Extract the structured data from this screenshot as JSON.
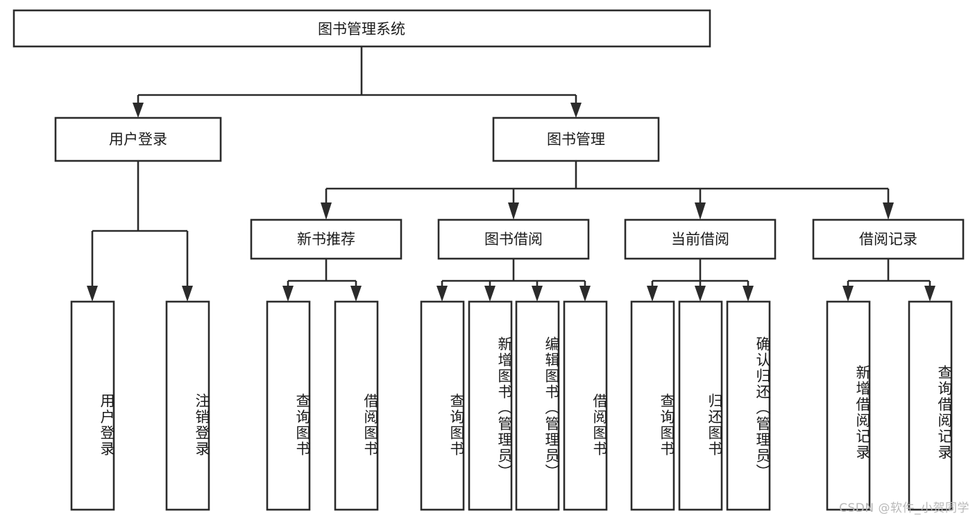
{
  "diagram": {
    "type": "tree-hierarchy",
    "title": "图书管理系统",
    "orientation": "top-down",
    "colors": {
      "box_stroke": "#2b2b2b",
      "box_fill": "#ffffff",
      "text": "#1a1a1a",
      "background": "#ffffff",
      "watermark": "#b9b9b9"
    },
    "root": {
      "label": "图书管理系统"
    },
    "level1": [
      {
        "label": "用户登录"
      },
      {
        "label": "图书管理"
      }
    ],
    "level2": [
      {
        "label": "新书推荐"
      },
      {
        "label": "图书借阅"
      },
      {
        "label": "当前借阅"
      },
      {
        "label": "借阅记录"
      }
    ],
    "leaves": {
      "user_login": [
        {
          "label": "用户登录"
        },
        {
          "label": "注销登录"
        }
      ],
      "new_book_recommend": [
        {
          "label": "查询图书"
        },
        {
          "label": "借阅图书"
        }
      ],
      "book_borrow": [
        {
          "label": "查询图书"
        },
        {
          "label": "新增图书（管理员）"
        },
        {
          "label": "编辑图书（管理员）"
        },
        {
          "label": "借阅图书"
        }
      ],
      "current_borrow": [
        {
          "label": "查询图书"
        },
        {
          "label": "归还图书"
        },
        {
          "label": "确认归还（管理员）"
        }
      ],
      "borrow_record": [
        {
          "label": "新增借阅记录"
        },
        {
          "label": "查询借阅记录"
        }
      ]
    },
    "watermark": "CSDN @软件_小贺同学"
  }
}
